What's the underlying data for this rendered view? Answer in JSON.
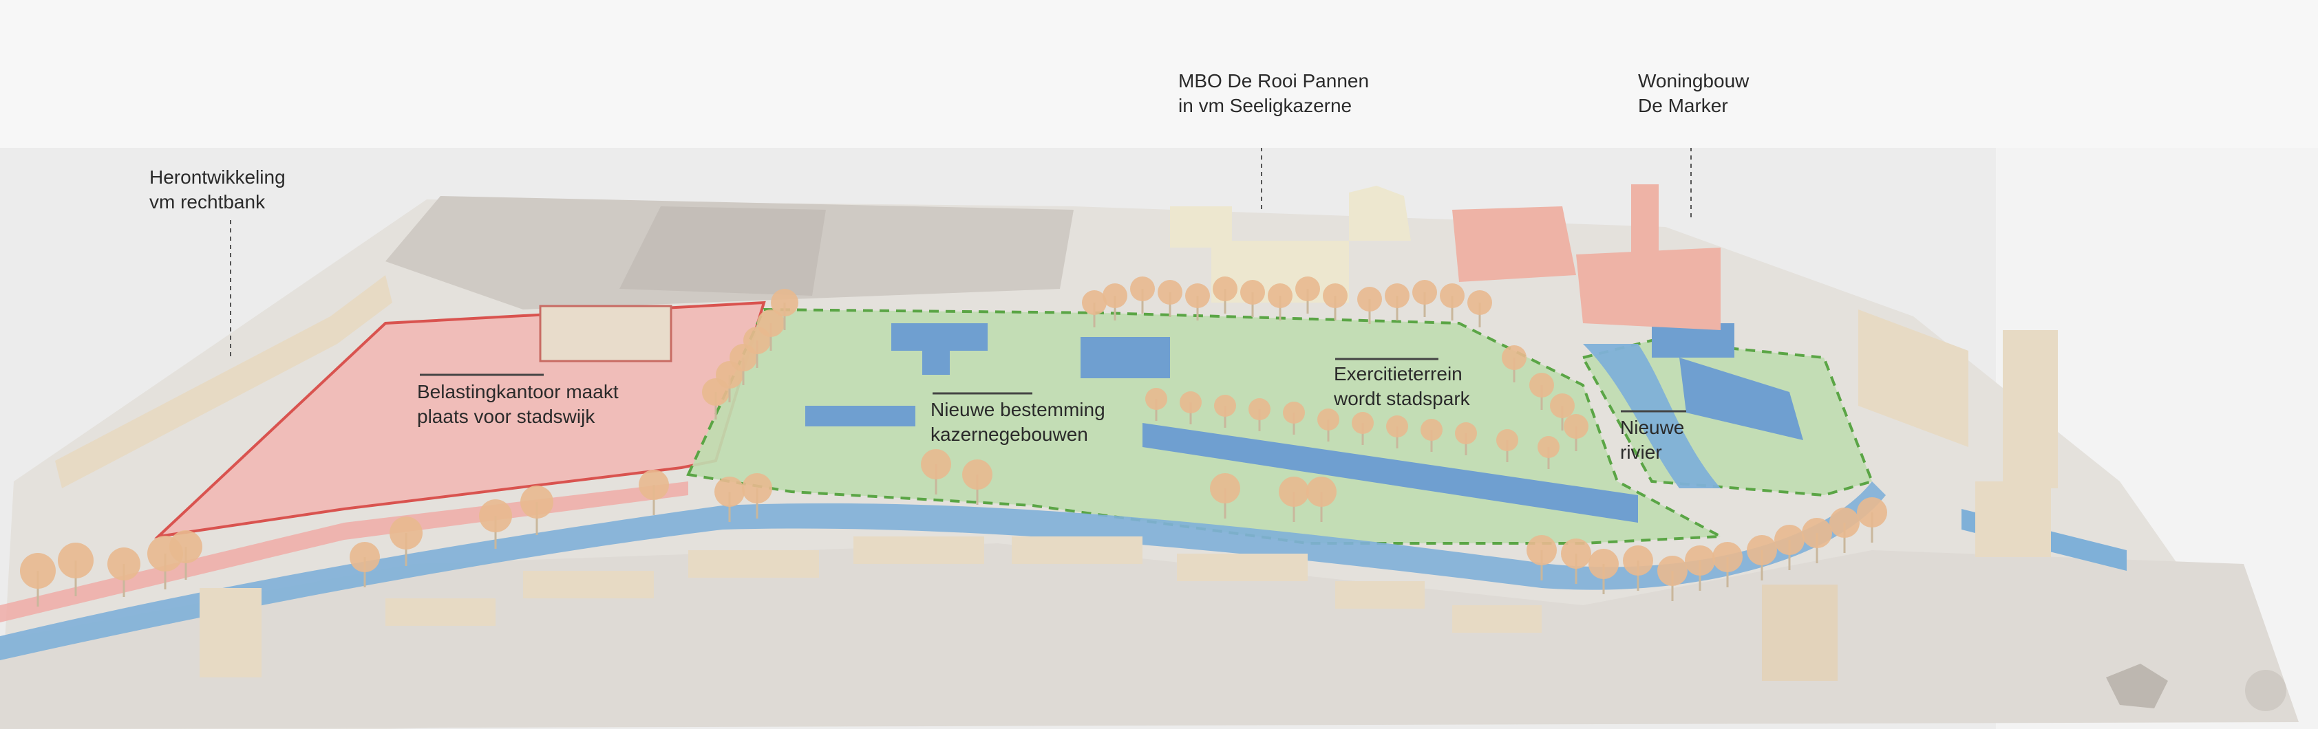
{
  "labels": {
    "rechtbank": {
      "line1": "Herontwikkeling",
      "line2": "vm rechtbank"
    },
    "mbo": {
      "line1": "MBO De Rooi Pannen",
      "line2": "in vm Seeligkazerne"
    },
    "woningbouw": {
      "line1": "Woningbouw",
      "line2": "De Marker"
    },
    "belasting": {
      "line1": "Belastingkantoor maakt",
      "line2": "plaats voor stadswijk"
    },
    "kazerne": {
      "line1": "Nieuwe bestemming",
      "line2": "kazernegebouwen"
    },
    "exercitie": {
      "line1": "Exercitieterrein",
      "line2": "wordt stadspark"
    },
    "rivier": {
      "line1": "Nieuwe",
      "line2": "rivier"
    }
  },
  "colors": {
    "background": "#f7f7f7",
    "model_base": "#e6e3df",
    "red_zone": "#f2b6b3",
    "red_outline": "#d9534f",
    "green_zone": "#bfddb0",
    "green_outline": "#5aa545",
    "water": "#7fb0d8",
    "wood": "#dcc7a8",
    "tree": "#e8b98f",
    "pink_building": "#eeb3a6",
    "blue_building": "#6f9fd0",
    "text": "#2a2a2a"
  }
}
